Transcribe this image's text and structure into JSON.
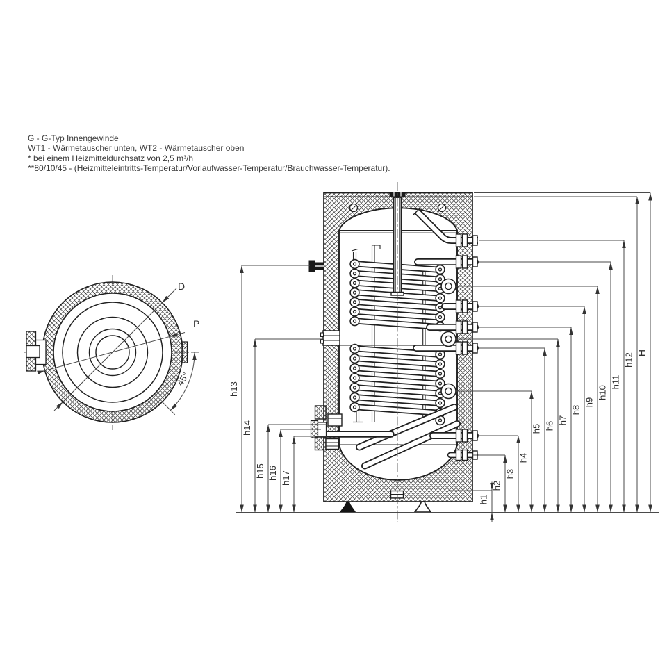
{
  "notes": {
    "lines": [
      "G - G-Typ Innengewinde",
      "WT1 - Wärmetauscher unten, WT2 - Wärmetauscher oben",
      "* bei einem Heizmitteldurchsatz von 2,5 m³/h",
      "**80/10/45 - (Heizmitteleintritts-Temperatur/Vorlaufwasser-Temperatur/Brauchwasser-Temperatur)."
    ]
  },
  "top_view": {
    "diameter_label": "D",
    "pitch_label": "P",
    "angle_label": "45°"
  },
  "side_view": {
    "dimensions_right": [
      {
        "label": "h1"
      },
      {
        "label": "h2"
      },
      {
        "label": "h3"
      },
      {
        "label": "h4"
      },
      {
        "label": "h5"
      },
      {
        "label": "h6"
      },
      {
        "label": "h7"
      },
      {
        "label": "h8"
      },
      {
        "label": "h9"
      },
      {
        "label": "h10"
      },
      {
        "label": "h11"
      },
      {
        "label": "h12"
      },
      {
        "label": "H"
      }
    ],
    "dimensions_left": [
      {
        "label": "h13"
      },
      {
        "label": "h14"
      },
      {
        "label": "h15"
      },
      {
        "label": "h16"
      },
      {
        "label": "h17"
      }
    ]
  },
  "colors": {
    "line": "#202020",
    "dimension": "#4a4a4a",
    "text": "#3a3a3a",
    "background": "#ffffff"
  }
}
